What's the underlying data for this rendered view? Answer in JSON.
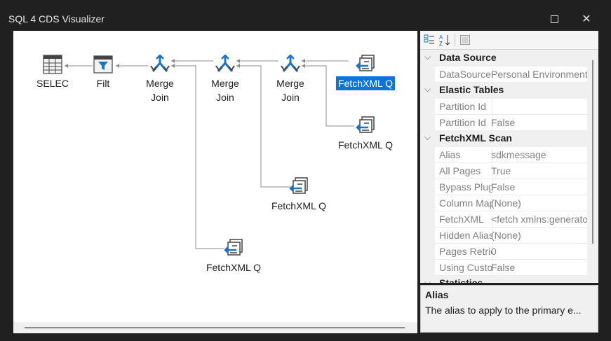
{
  "window": {
    "title": "SQL 4 CDS Visualizer",
    "maximize_icon": "maximize-icon",
    "close_glyph": "✕"
  },
  "plan": {
    "nodes": [
      {
        "id": "select",
        "label_1": "SELEC",
        "label_2": "",
        "icon": "select-table-icon"
      },
      {
        "id": "filter",
        "label_1": "Filt",
        "label_2": "",
        "icon": "filter-icon"
      },
      {
        "id": "merge1",
        "label_1": "Merge",
        "label_2": "Join",
        "icon": "merge-join-icon"
      },
      {
        "id": "merge2",
        "label_1": "Merge",
        "label_2": "Join",
        "icon": "merge-join-icon"
      },
      {
        "id": "merge3",
        "label_1": "Merge",
        "label_2": "Join",
        "icon": "merge-join-icon"
      },
      {
        "id": "fetch1",
        "label_1": "FetchXML Q",
        "label_2": "",
        "icon": "fetchxml-query-icon",
        "selected": true
      },
      {
        "id": "fetch2",
        "label_1": "FetchXML Q",
        "label_2": "",
        "icon": "fetchxml-query-icon"
      },
      {
        "id": "fetch3",
        "label_1": "FetchXML Q",
        "label_2": "",
        "icon": "fetchxml-query-icon"
      },
      {
        "id": "fetch4",
        "label_1": "FetchXML Q",
        "label_2": "",
        "icon": "fetchxml-query-icon"
      }
    ]
  },
  "properties": {
    "toolbar": {
      "categorized_icon": "categorized-icon",
      "alphabetical_icon": "sort-az-icon",
      "property_pages_icon": "property-pages-icon"
    },
    "categories": [
      {
        "name": "Data Source",
        "rows": [
          {
            "name": "DataSource",
            "value": "Personal Environment"
          }
        ]
      },
      {
        "name": "Elastic Tables",
        "rows": [
          {
            "name": "Partition Id",
            "value": ""
          },
          {
            "name": "Partition Id",
            "value": "False"
          }
        ]
      },
      {
        "name": "FetchXML Scan",
        "rows": [
          {
            "name": "Alias",
            "value": "sdkmessage"
          },
          {
            "name": "All Pages",
            "value": "True"
          },
          {
            "name": "Bypass Plugin",
            "value": "False"
          },
          {
            "name": "Column Mappings",
            "value": "(None)"
          },
          {
            "name": "FetchXML",
            "value": "<fetch xmlns:generator="
          },
          {
            "name": "Hidden Aliases",
            "value": "(None)"
          },
          {
            "name": "Pages Retrieved",
            "value": "0"
          },
          {
            "name": "Using Custom Paging",
            "value": "False"
          }
        ]
      },
      {
        "name": "Statistics",
        "rows": []
      }
    ],
    "description": {
      "title": "Alias",
      "text": "The alias to apply to the primary e..."
    }
  }
}
